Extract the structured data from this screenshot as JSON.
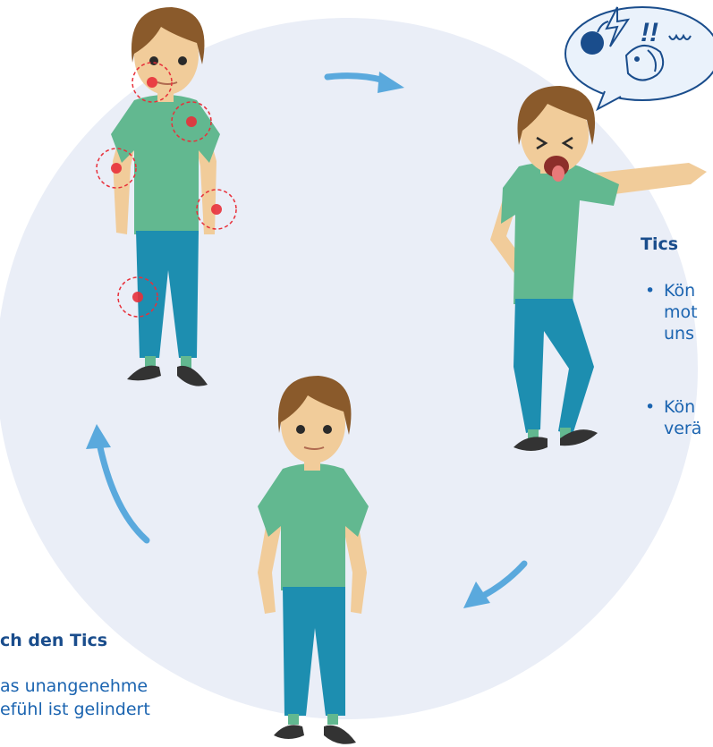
{
  "colors": {
    "circle": "#eaeef7",
    "arrow": "#5aa9dd",
    "heading": "#1a4d8c",
    "text": "#1b64b0",
    "shirt": "#62b890",
    "pants": "#1d8eb0",
    "hair": "#8a5a2b",
    "skin": "#f1cc9a",
    "pain": "#e8303a"
  },
  "tics_panel": {
    "heading": "Tics",
    "bullets": [
      {
        "line1": "Kön",
        "line2": "mot",
        "line3": "uns"
      },
      {
        "line1": "Kön",
        "line2": "verä"
      }
    ]
  },
  "after_panel": {
    "heading": "ch den Tics",
    "line1": "as unangenehme",
    "line2": "efühl ist gelindert"
  },
  "speech_bubble": {
    "marks": "!!",
    "icons": [
      "bomb-icon",
      "lightning-icon",
      "dog-icon"
    ]
  }
}
